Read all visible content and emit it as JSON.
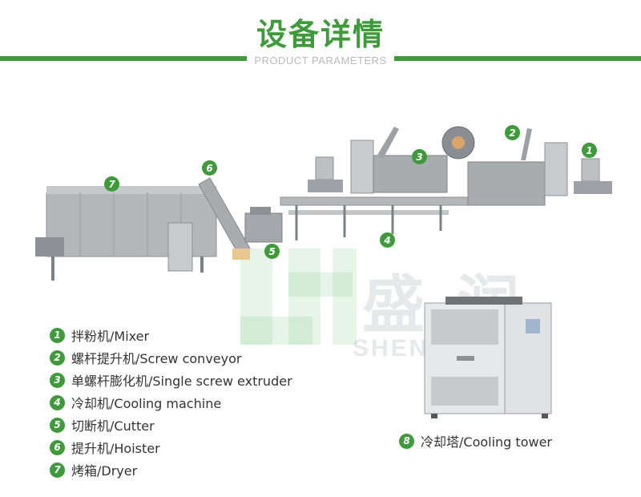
{
  "header": {
    "title": "设备详情",
    "subtitle": "PRODUCT PARAMETERS"
  },
  "watermark": {
    "cn": "盛润",
    "en": "SHENGRUN"
  },
  "legend": [
    {
      "num": "1",
      "label": "拌粉机/Mixer"
    },
    {
      "num": "2",
      "label": "螺杆提升机/Screw conveyor"
    },
    {
      "num": "3",
      "label": "单螺杆膨化机/Single screw extruder"
    },
    {
      "num": "4",
      "label": "冷却机/Cooling machine"
    },
    {
      "num": "5",
      "label": "切断机/Cutter"
    },
    {
      "num": "6",
      "label": "提升机/Hoister"
    },
    {
      "num": "7",
      "label": "烤箱/Dryer"
    }
  ],
  "item8": {
    "num": "8",
    "label": "冷却塔/Cooling tower"
  },
  "callouts": [
    "1",
    "2",
    "3",
    "4",
    "5",
    "6",
    "7"
  ],
  "colors": {
    "accent": "#3f9a3b",
    "machine": "#a9acaf",
    "machine_dark": "#7d8084"
  }
}
